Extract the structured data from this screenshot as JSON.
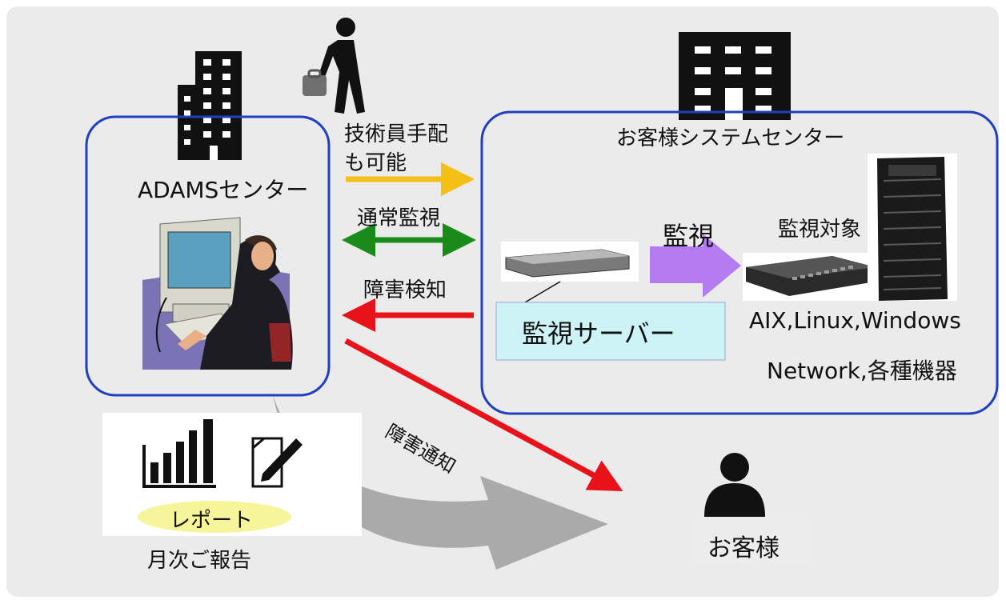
{
  "adams_center": "ADAMSセンター",
  "dispatch": [
    "技術員手配",
    "も可能"
  ],
  "normal_monitoring": "通常監視",
  "fault_detection": "障害検知",
  "fault_notification": "障害通知",
  "customer_center": "お客様システムセンター",
  "monitor": "監視",
  "monitored_targets": "監視対象",
  "monitoring_server": "監視サーバー",
  "os_list": "AIX,Linux,Windows",
  "network_list": "Network,各種機器",
  "report": "レポート",
  "monthly_report": "月次ご報告",
  "customer": "お客様",
  "colors": {
    "frame_blue": "#1f3fbf",
    "yellow_arrow": "#f5c016",
    "green_arrow": "#1a8a1a",
    "red_arrow": "#e8121b",
    "purple_arrow": "#b57bf0",
    "gray_arrow": "#9e9e9e",
    "server_label_bg": "#cdf3f7",
    "report_pill": "#f7f59a"
  }
}
